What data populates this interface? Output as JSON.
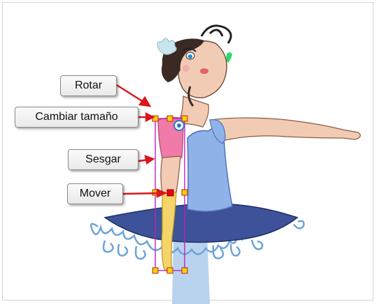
{
  "labels": {
    "rotate": "Rotar",
    "resize": "Cambiar tamaño",
    "skew": "Sesgar",
    "move": "Mover"
  },
  "colors": {
    "label_border": "#8a8a8a",
    "arrow": "#d9161c",
    "bounding_box": "#c020c0",
    "handle": "#f5d500",
    "pivot_move": "#e8000f",
    "rotate_handle": "#2f74c8",
    "skirt": "#3d5298",
    "bodice": "#8fb2e8",
    "skin": "#f2cbb4",
    "sleeve": "#f07aa8",
    "glove": "#f5d46a"
  },
  "icons": [
    "rotate-handle-icon",
    "move-pivot-icon",
    "resize-handle-icon"
  ]
}
